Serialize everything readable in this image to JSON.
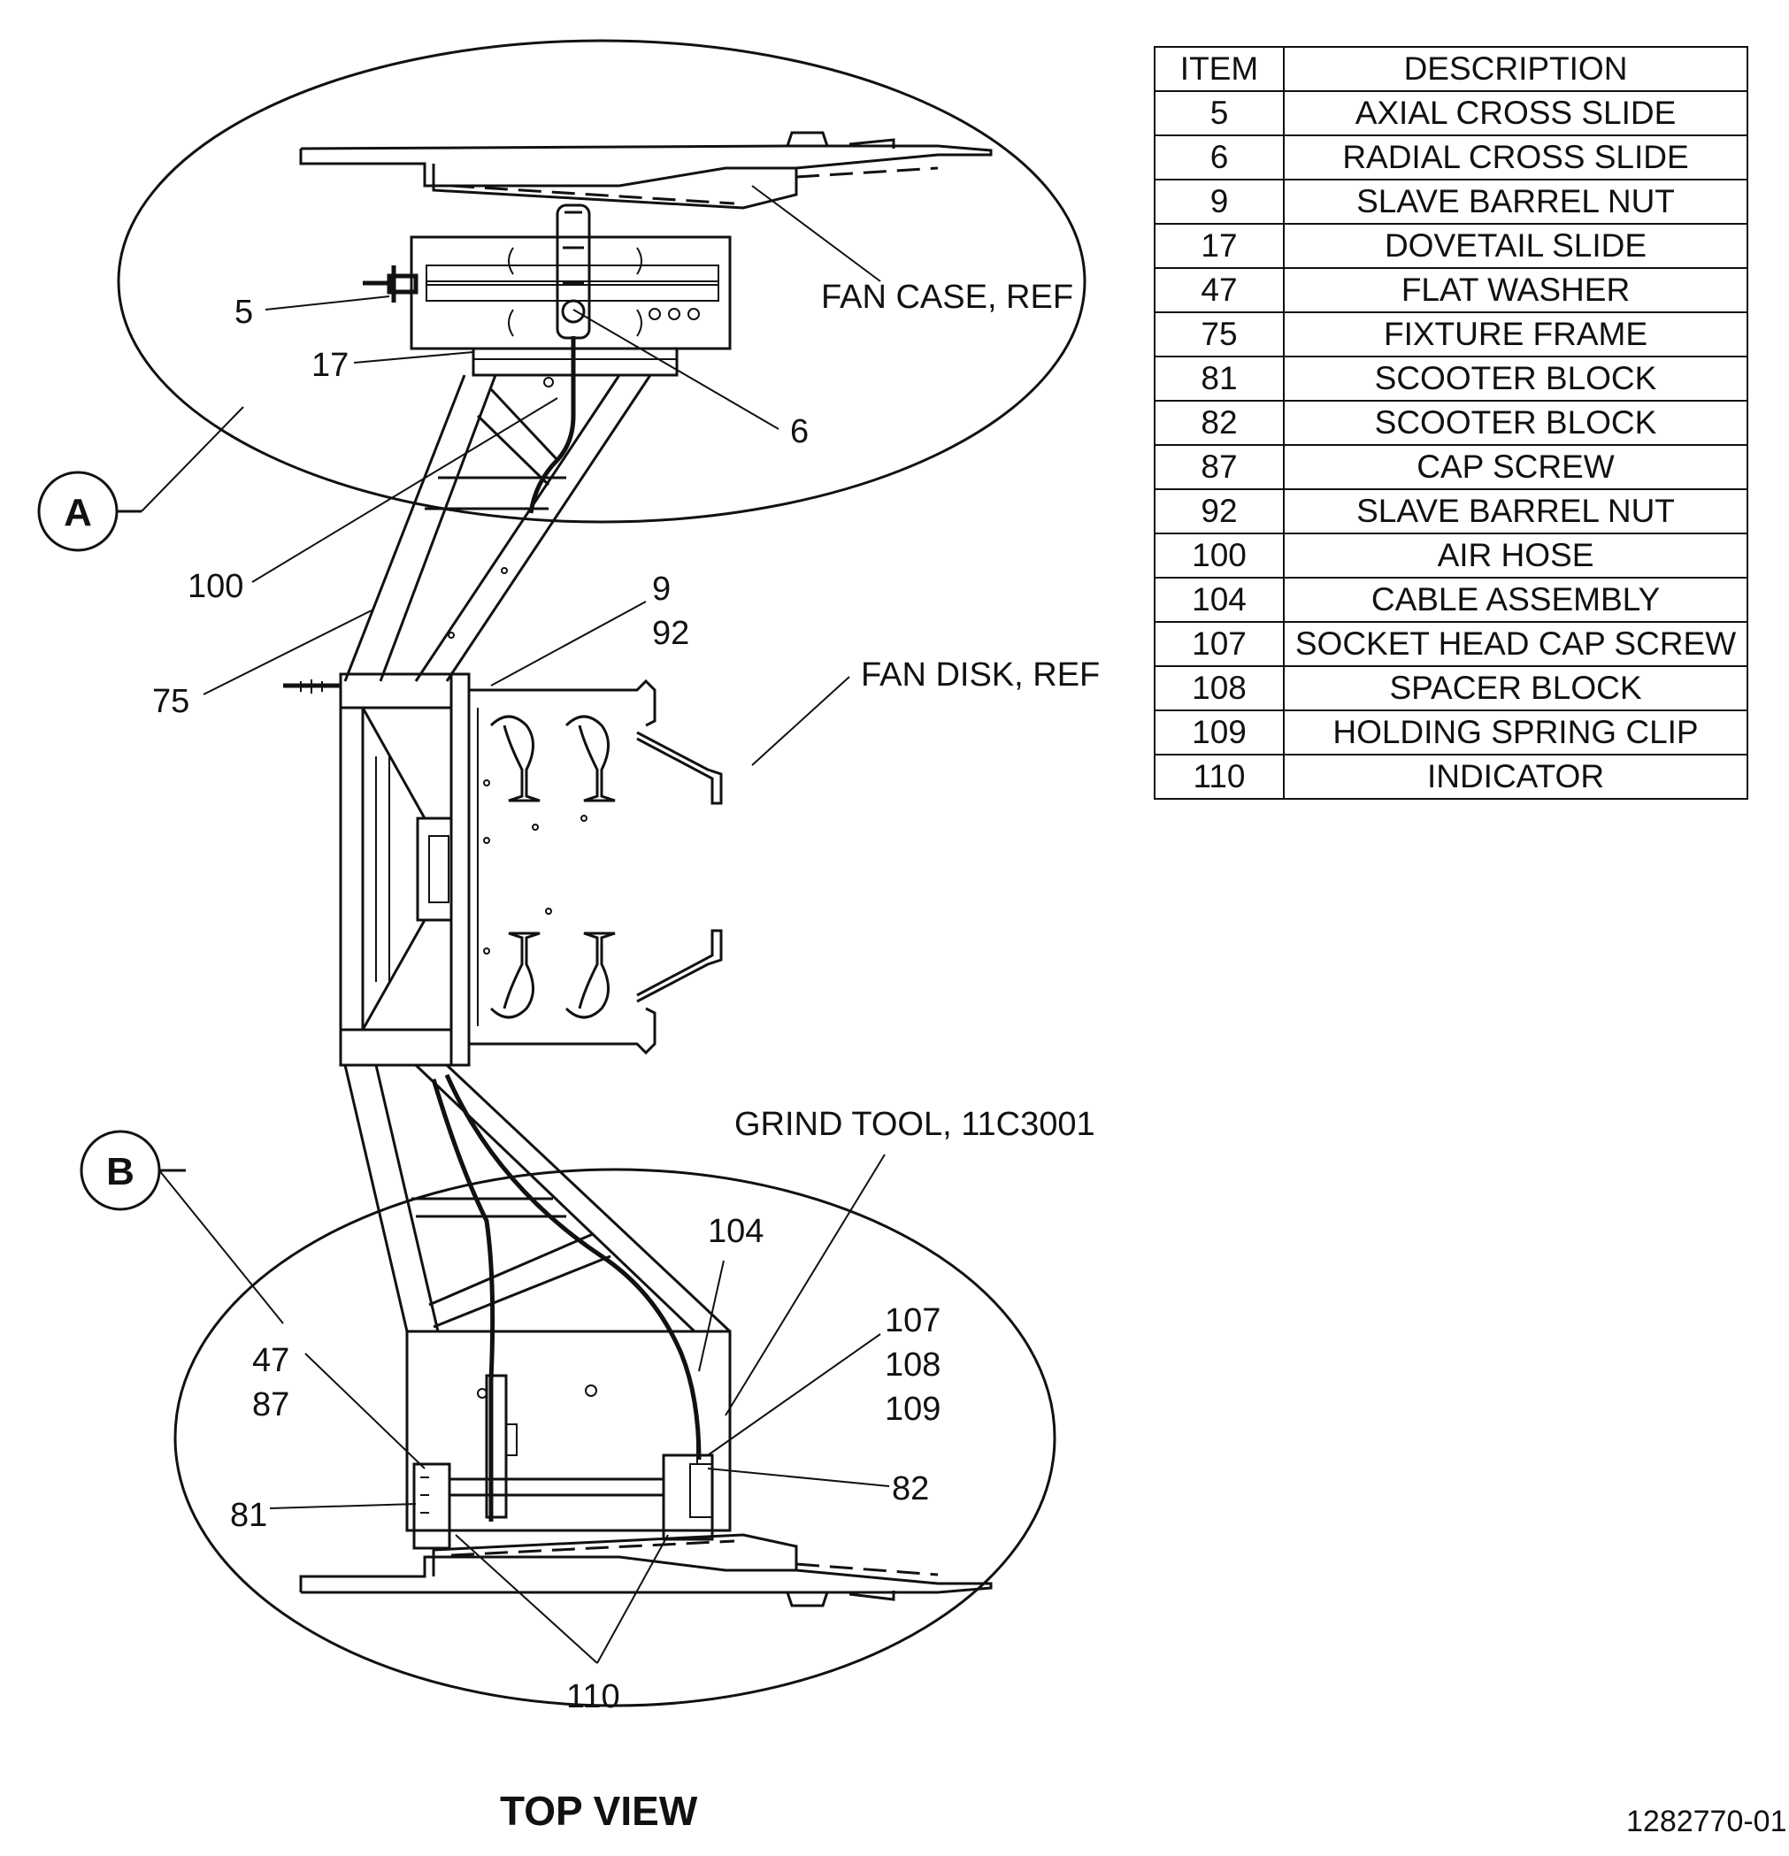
{
  "parts_table": {
    "header": {
      "item": "ITEM",
      "description": "DESCRIPTION"
    },
    "rows": [
      {
        "item": "5",
        "description": "AXIAL CROSS SLIDE"
      },
      {
        "item": "6",
        "description": "RADIAL CROSS SLIDE"
      },
      {
        "item": "9",
        "description": "SLAVE BARREL NUT"
      },
      {
        "item": "17",
        "description": "DOVETAIL SLIDE"
      },
      {
        "item": "47",
        "description": "FLAT WASHER"
      },
      {
        "item": "75",
        "description": "FIXTURE FRAME"
      },
      {
        "item": "81",
        "description": "SCOOTER BLOCK"
      },
      {
        "item": "82",
        "description": "SCOOTER BLOCK"
      },
      {
        "item": "87",
        "description": "CAP SCREW"
      },
      {
        "item": "92",
        "description": "SLAVE BARREL NUT"
      },
      {
        "item": "100",
        "description": "AIR HOSE"
      },
      {
        "item": "104",
        "description": "CABLE ASSEMBLY"
      },
      {
        "item": "107",
        "description": "SOCKET HEAD CAP SCREW"
      },
      {
        "item": "108",
        "description": "SPACER BLOCK"
      },
      {
        "item": "109",
        "description": "HOLDING SPRING CLIP"
      },
      {
        "item": "110",
        "description": "INDICATOR"
      }
    ]
  },
  "callouts": {
    "c5": "5",
    "c17": "17",
    "c6": "6",
    "c100": "100",
    "c75": "75",
    "c9": "9",
    "c92": "92",
    "c104": "104",
    "c107": "107",
    "c108": "108",
    "c109": "109",
    "c47": "47",
    "c87": "87",
    "c81": "81",
    "c82": "82",
    "c110": "110"
  },
  "references": {
    "fan_case": "FAN CASE, REF",
    "fan_disk": "FAN DISK, REF",
    "grind_tool": "GRIND TOOL, 11C3001"
  },
  "detail_markers": {
    "a": "A",
    "b": "B"
  },
  "view_title": "TOP VIEW",
  "drawing_number": "1282770-01"
}
